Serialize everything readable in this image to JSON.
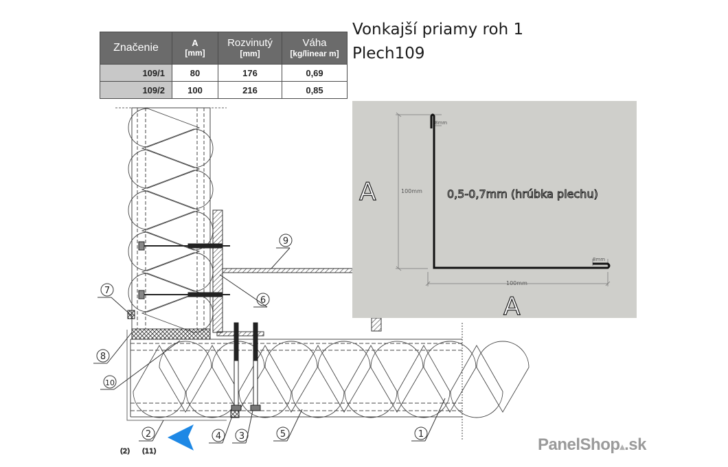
{
  "title": {
    "line1": "Vonkajší priamy roh 1",
    "line2": "Plech109"
  },
  "spec_table": {
    "headers": [
      {
        "main": "Značenie",
        "sub": ""
      },
      {
        "main": "A",
        "sub": "[mm]"
      },
      {
        "main": "Rozvinutý",
        "sub": "[mm]"
      },
      {
        "main": "Váha",
        "sub": "[kg/linear m]"
      }
    ],
    "rows": [
      {
        "code": "109/1",
        "a": "80",
        "developed": "176",
        "weight": "0,69"
      },
      {
        "code": "109/2",
        "a": "100",
        "developed": "216",
        "weight": "0,85"
      }
    ]
  },
  "profile": {
    "label_vertical": "A",
    "label_horizontal": "A",
    "dim_vertical": "100mm",
    "dim_horizontal": "100mm",
    "dim_hem_top": "8mm",
    "dim_hem_right": "8mm",
    "thickness_note": "0,5-0,7mm (hrúbka plechu)",
    "panel_color": "#cfcfcb"
  },
  "callouts": [
    "1",
    "2",
    "3",
    "4",
    "5",
    "6",
    "7",
    "8",
    "9",
    "10"
  ],
  "footnote_marks": [
    "(2)",
    "(11)"
  ],
  "brand": {
    "name": "PanelShop",
    "suffix": ".sk"
  },
  "cursor": {
    "color": "#1e88e5"
  }
}
